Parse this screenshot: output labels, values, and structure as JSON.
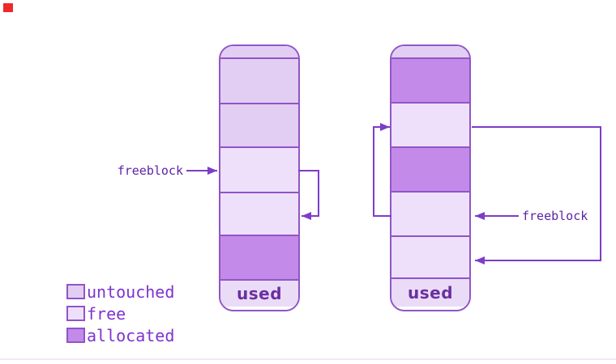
{
  "colors": {
    "untouched": "#e3cef3",
    "free": "#eee0fa",
    "allocated": "#c48ae9",
    "used": "#eadcf7",
    "stroke": "#9055c8",
    "line": "#7e3cc9",
    "freeblock_text": "#5c22a6",
    "legend_text": "#7e33cf",
    "used_text": "#6b2fa0",
    "red_marker": "#ef2929",
    "bottom_rule": "#f3e7f4"
  },
  "labels": {
    "freeblock_left": "freeblock",
    "freeblock_right": "freeblock"
  },
  "legend": {
    "items": [
      {
        "key": "untouched",
        "label": "untouched"
      },
      {
        "key": "free",
        "label": "free"
      },
      {
        "key": "allocated",
        "label": "allocated"
      }
    ]
  },
  "columns": {
    "left": {
      "used_label": "used",
      "segments": [
        "untouched",
        "untouched",
        "untouched",
        "free",
        "free",
        "allocated",
        "used"
      ]
    },
    "right": {
      "used_label": "used",
      "segments": [
        "untouched",
        "allocated",
        "free",
        "allocated",
        "free",
        "free",
        "used"
      ]
    }
  }
}
